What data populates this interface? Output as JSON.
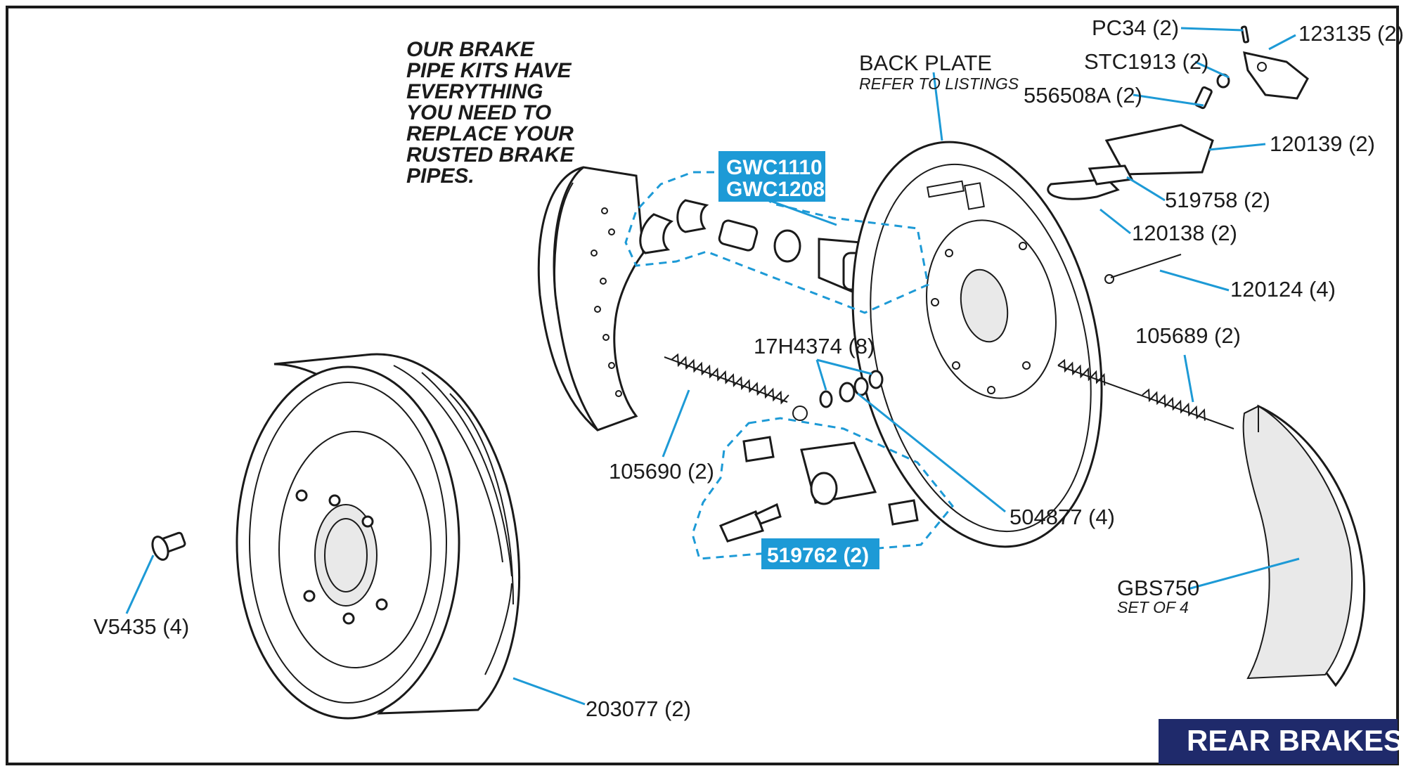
{
  "title": "REAR BRAKES",
  "note": {
    "lines": [
      "OUR BRAKE",
      "PIPE KITS HAVE",
      "EVERYTHING",
      "YOU NEED TO",
      "REPLACE YOUR",
      "RUSTED BRAKE",
      "PIPES."
    ]
  },
  "parts": {
    "back_plate": {
      "label": "BACK PLATE",
      "sub": "REFER TO LISTINGS"
    },
    "pc34": "PC34 (2)",
    "p123135": "123135 (2)",
    "stc1913": "STC1913 (2)",
    "p556508a": "556508A (2)",
    "p120139": "120139 (2)",
    "p519758": "519758 (2)",
    "p120138": "120138 (2)",
    "p120124": "120124 (4)",
    "p105689": "105689 (2)",
    "p17h4374": "17H4374 (8)",
    "p105690": "105690 (2)",
    "p504877": "504877 (4)",
    "gbs750": {
      "label": "GBS750",
      "sub": "SET OF 4"
    },
    "v5435": "V5435 (4)",
    "p203077": "203077 (2)"
  },
  "highlighted": {
    "gwc1110": "GWC1110",
    "gwc1208": "GWC1208",
    "p519762": "519762 (2)"
  },
  "colors": {
    "accent": "#1d9ad6",
    "highlight_box": "#1d9ad6",
    "title_bg": "#1f2a6b",
    "frame": "#1a1a1a"
  }
}
